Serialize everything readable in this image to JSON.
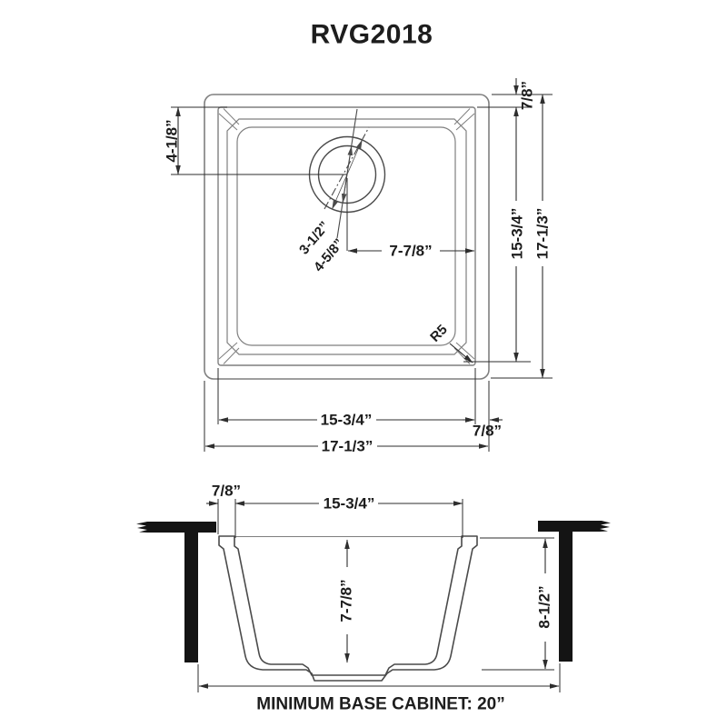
{
  "title": "RVG2018",
  "colors": {
    "ink": "#1d1d1d",
    "dimension_lines": "#2e2e2e",
    "sink_outline": "#7f7f7f",
    "section_outline": "#4a4a4a",
    "countertop_fill": "#141414"
  },
  "top_view": {
    "rim_width_top_right": "7/8”",
    "drain_offset_left": "4-1/8”",
    "drain_inner_diameter": "3-1/2”",
    "drain_outer_diameter": "4-5/8”",
    "drain_to_wall": "7-7/8”",
    "corner_radius": "R5",
    "inner_height_right": "15-3/4”",
    "outer_height_right": "17-1/3”",
    "inner_width_bottom": "15-3/4”",
    "rim_width_bottom_right": "7/8”",
    "outer_width_bottom": "17-1/3”"
  },
  "section_view": {
    "rim_width_left": "7/8”",
    "inner_width_top": "15-3/4”",
    "bowl_depth": "7-7/8”",
    "overall_height": "8-1/2”",
    "cabinet_note": "MINIMUM BASE CABINET: 20”"
  }
}
